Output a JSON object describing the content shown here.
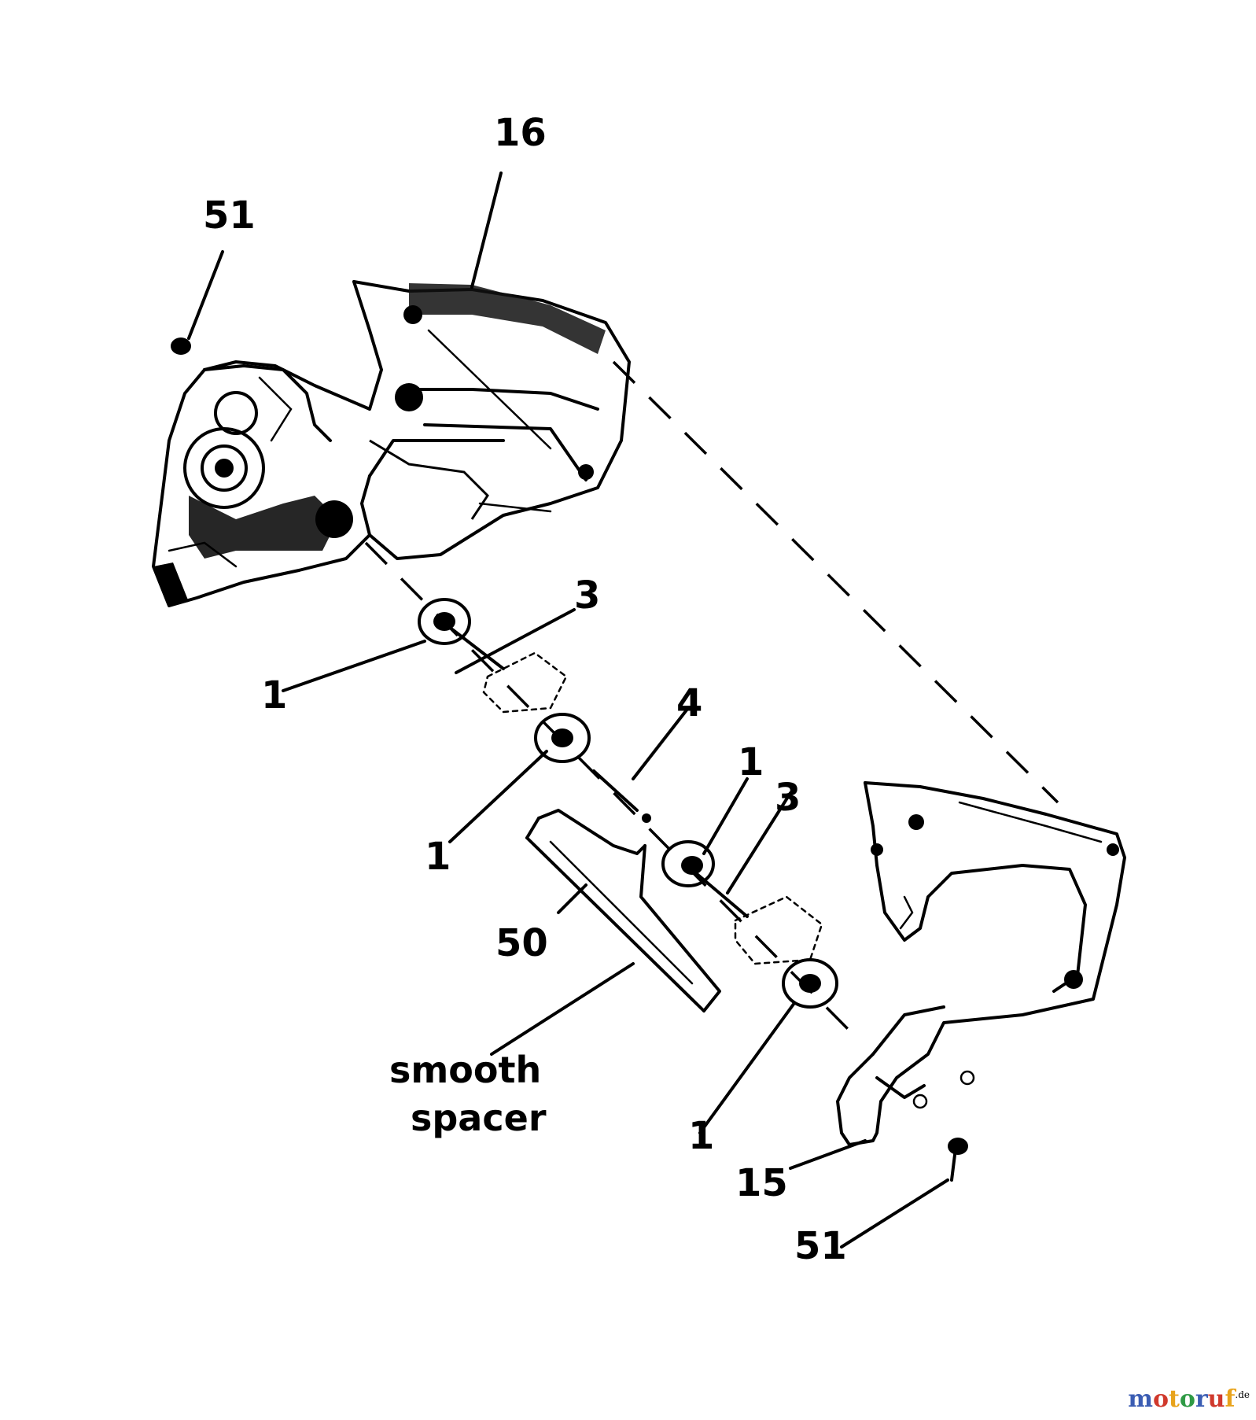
{
  "callouts": {
    "screw_top": "51",
    "handle_top": "16",
    "mount_upper_a": "1",
    "spring_upper": "3",
    "mount_upper_b": "1",
    "pin": "4",
    "mount_lower_a": "1",
    "spring_lower": "3",
    "mount_lower_b": "1",
    "spacer_part": "50",
    "spacer_text_line1": "smooth",
    "spacer_text_line2": "spacer",
    "handle_bottom": "15",
    "screw_bottom": "51"
  },
  "watermark": {
    "brand": "motoruf",
    "suffix": ".de",
    "colors": [
      "#3b5db3",
      "#d0392c",
      "#e8a31b",
      "#2f9a45"
    ]
  }
}
